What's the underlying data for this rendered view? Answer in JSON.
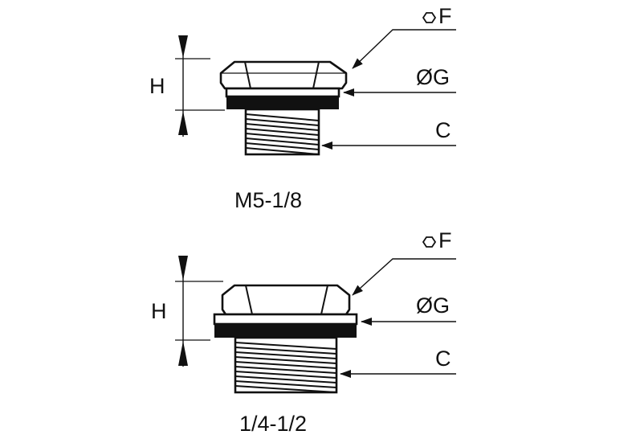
{
  "figures": [
    {
      "caption": "M5-1/8",
      "labels": {
        "height": "H",
        "hex": "F",
        "diameter": "ØG",
        "thread": "C"
      }
    },
    {
      "caption": "1/4-1/2",
      "labels": {
        "height": "H",
        "hex": "F",
        "diameter": "ØG",
        "thread": "C"
      }
    }
  ],
  "colors": {
    "ink": "#111111",
    "background": "#ffffff"
  },
  "icons": {
    "hex_symbol": "hexagon-icon"
  }
}
